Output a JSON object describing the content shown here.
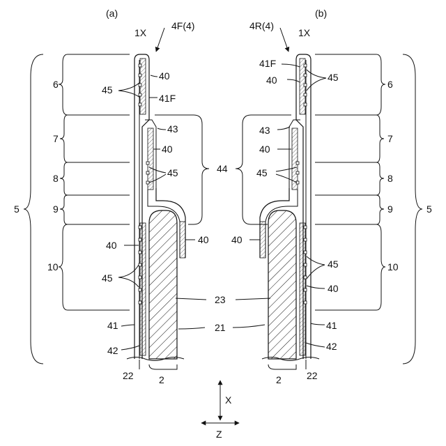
{
  "panel_labels": {
    "a": "(a)",
    "b": "(b)"
  },
  "left": {
    "title_member": "4F(4)",
    "axis_label": "1X",
    "labels": {
      "l40_top": "40",
      "l45_top": "45",
      "l41F": "41F",
      "l43": "43",
      "l40_mid": "40",
      "l45_mid": "45",
      "l40_low": "40",
      "l40_out": "40",
      "l45_low": "45",
      "l41": "41",
      "l42": "42",
      "l22": "22",
      "l2": "2"
    }
  },
  "right": {
    "title_member": "4R(4)",
    "axis_label": "1X",
    "labels": {
      "l41F": "41F",
      "l40_top": "40",
      "l45_top": "45",
      "l43": "43",
      "l40_mid": "40",
      "l45_mid": "45",
      "l40_out": "40",
      "l45_low": "45",
      "l40_low": "40",
      "l41": "41",
      "l42": "42",
      "l2": "2",
      "l22": "22"
    }
  },
  "center": {
    "l44": "44",
    "l23": "23",
    "l21": "21"
  },
  "zones": {
    "z6": "6",
    "z7": "7",
    "z8": "8",
    "z9": "9",
    "z10": "10",
    "z5": "5"
  },
  "axes": {
    "x": "X",
    "z": "Z"
  }
}
